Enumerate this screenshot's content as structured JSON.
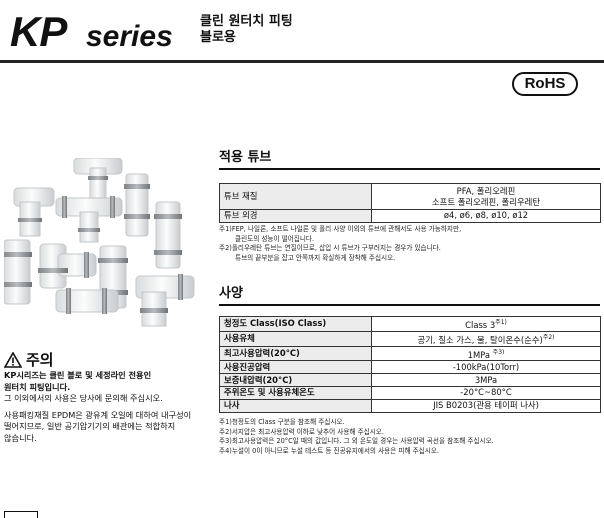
{
  "header": {
    "brand": "KP",
    "series": "series",
    "title_line1": "클린 원터치 피팅",
    "title_line2": "블로용"
  },
  "badge": {
    "rohs": "RoHS"
  },
  "caution": {
    "title": "주의",
    "line1": "KP시리즈는 클린 블로 및 세정라인 전용인",
    "line2": "원터치 피팅입니다.",
    "line3": "그 이외에서의 사용은 당사에 문의해 주십시오.",
    "para2_line1": "사용패킹재질 EPDM은 광유계 오일에 대하여 내구성이",
    "para2_line2": "떨어지므로, 일반 공기압기기의 배관에는 적합하지",
    "para2_line3": "않습니다."
  },
  "tube_section": {
    "title": "적용 튜브",
    "rows": [
      {
        "label": "튜브 재질",
        "value_line1": "PFA, 폴리오레핀",
        "value_line2": "소프트 폴리오레핀, 폴리우레탄"
      },
      {
        "label": "튜브 외경",
        "value": "ø4, ø6, ø8, ø10, ø12"
      }
    ],
    "notes": [
      "주1)FEP, 나일론, 소프트 나일론 및 폴리 사양 이외의 튜브에 관해서도 사용 가능하지만,",
      "클린도의 성능이 떨어집니다.",
      "주2)폴리우레탄 튜브는 연질이므로, 삽입 시 튜브가 구부러지는 경우가 있습니다.",
      "튜브의 끝부분을 잡고 안쪽까지 확실하게 장착해 주십시오."
    ]
  },
  "spec_section": {
    "title": "사양",
    "rows": [
      {
        "label": "청정도 Class(ISO Class)",
        "value": "Class 3",
        "note": "주1)"
      },
      {
        "label": "사용유체",
        "value": "공기, 질소 가스, 물, 탈이온수(순수)",
        "note": "주2)"
      },
      {
        "label": "최고사용압력(20°C)",
        "value": "1MPa",
        "note": "주3)"
      },
      {
        "label": "사용진공압력",
        "value": "-100kPa(10Torr)",
        "note": ""
      },
      {
        "label": "보증내압력(20°C)",
        "value": "3MPa",
        "note": ""
      },
      {
        "label": "주위온도 및 사용유체온도",
        "value": "-20°C~80°C",
        "note": ""
      },
      {
        "label": "나사",
        "value": "JIS B0203(관용 테이퍼 나사)",
        "note": ""
      }
    ],
    "notes": [
      "주1)청정도의 Class 구분을 참조해 주십시오.",
      "주2)서지압은 최고사용압력 이하로 낮추어 사용해 주십시오.",
      "주3)최고사용압력은 20°C일 때의 값입니다. 그 외 온도일 경우는 사용압력 곡선을 참조해 주십시오.",
      "주4)누설이 0이 아니므로 누설 테스트 등 진공유지에서의 사용은 피해 주십시오."
    ]
  },
  "colors": {
    "text": "#111111",
    "label_bg": "#ececec",
    "fitting_body": "#eef0f1",
    "fitting_ring": "#8e9296"
  }
}
